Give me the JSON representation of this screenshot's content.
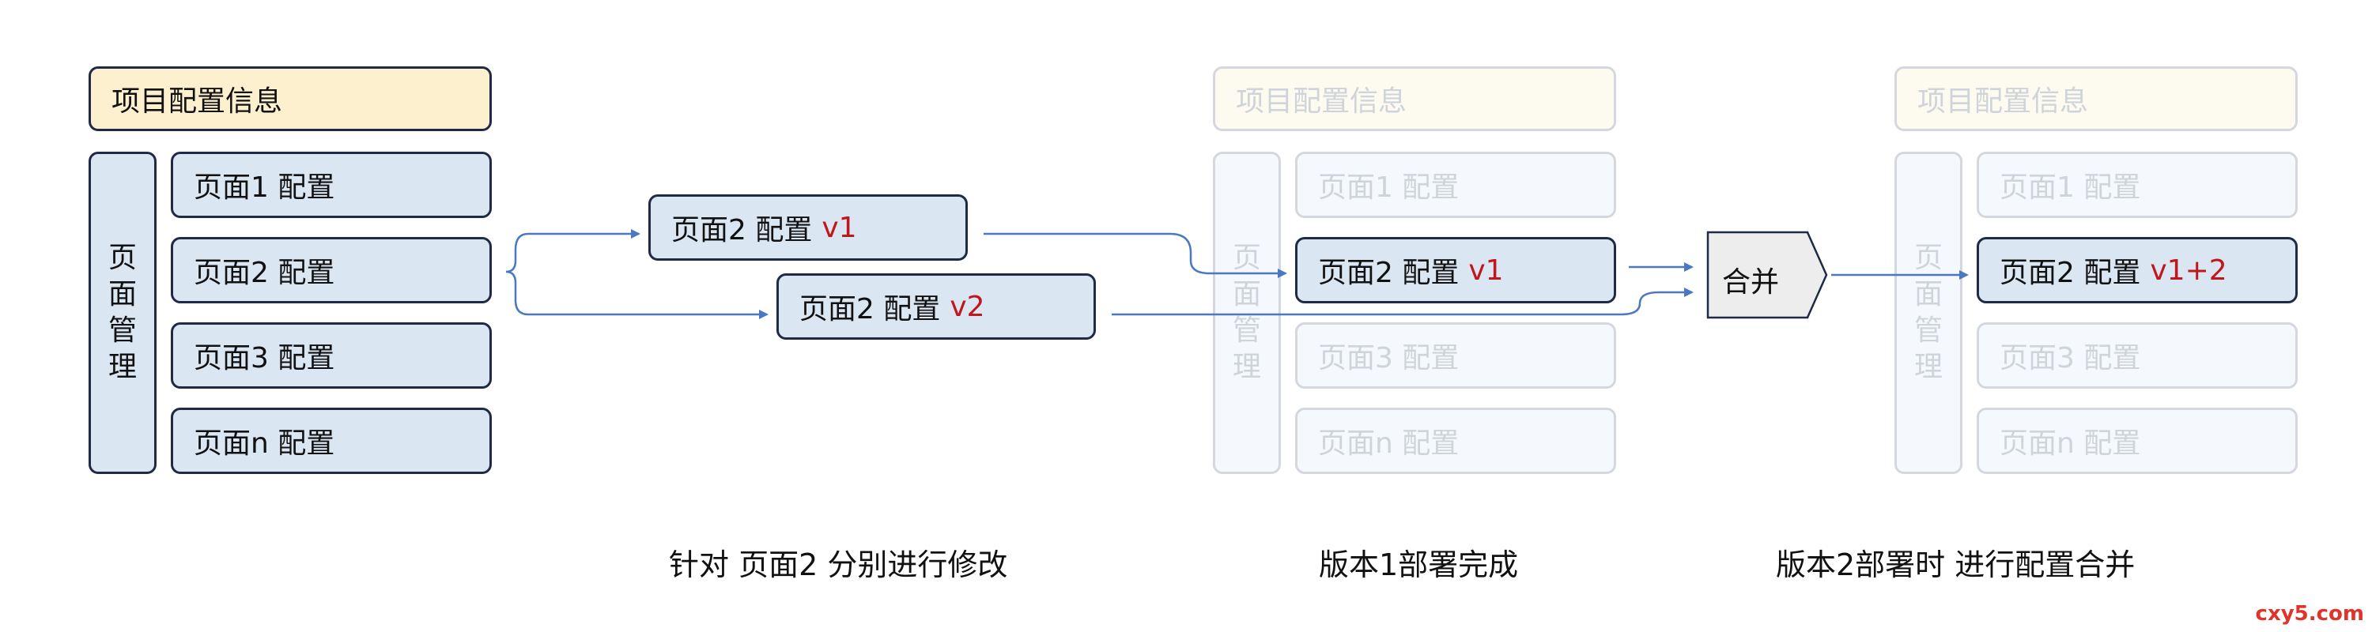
{
  "config": {
    "header_label": "项目配置信息",
    "side_label": [
      "页",
      "面",
      "管",
      "理"
    ],
    "pages": [
      "页面1 配置",
      "页面2 配置",
      "页面3 配置",
      "页面n 配置"
    ]
  },
  "edits": {
    "v1": {
      "label": "页面2 配置",
      "version": "v1"
    },
    "v2": {
      "label": "页面2 配置",
      "version": "v2"
    }
  },
  "deploy1": {
    "active_label": "页面2 配置",
    "active_version": "v1"
  },
  "merge": {
    "label": "合并"
  },
  "deploy2": {
    "active_label": "页面2 配置",
    "active_version": "v1+2"
  },
  "captions": {
    "modify": "针对 页面2 分别进行修改",
    "deploy1": "版本1部署完成",
    "deploy2": "版本2部署时 进行配置合并"
  },
  "watermark": "cxy5.com",
  "colors": {
    "box_border": "#1f2a44",
    "box_fill": "#dbe6f3",
    "header_fill": "#fdf0cf",
    "version_red": "#c0161c",
    "arrow_blue": "#4a78c2"
  }
}
